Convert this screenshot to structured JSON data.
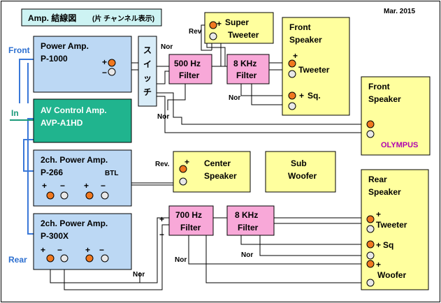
{
  "title": "Amp. 結線図",
  "title_note": "(片 チャンネル表示)",
  "date": "Mar. 2015",
  "side_labels": {
    "front": "Front",
    "in": "In",
    "rear": "Rear"
  },
  "amps": {
    "power1000": {
      "line1": "Power Amp.",
      "line2": "P-1000"
    },
    "avcontrol": {
      "line1": "AV Control Amp.",
      "line2": "AVP-A1HD"
    },
    "p266": {
      "line1": "2ch. Power Amp.",
      "line2": "P-266",
      "btl": "BTL"
    },
    "p300x": {
      "line1": "2ch. Power Amp.",
      "line2": "P-300X"
    }
  },
  "switch": [
    "ス",
    "イ",
    "ッ",
    "チ"
  ],
  "filters": {
    "f500": {
      "line1": "500 Hz",
      "line2": "Filter"
    },
    "f8k_top": {
      "line1": "8 KHz",
      "line2": "Filter"
    },
    "f700": {
      "line1": "700 Hz",
      "line2": "Filter"
    },
    "f8k_bottom": {
      "line1": "8 KHz",
      "line2": "Filter"
    }
  },
  "speakers": {
    "super_tweeter": {
      "line1": "Super",
      "line2": "Tweeter"
    },
    "front_speaker": {
      "line1": "Front",
      "line2": "Speaker",
      "tweeter": "Tweeter",
      "sq": "Sq."
    },
    "front_olympus": {
      "line1": "Front",
      "line2": "Speaker",
      "brand": "OLYMPUS"
    },
    "center": {
      "line1": "Center",
      "line2": "Speaker"
    },
    "sub": {
      "line1": "Sub",
      "line2": "Woofer"
    },
    "rear": {
      "line1": "Rear",
      "line2": "Speaker",
      "tweeter": "Tweeter",
      "sq": "Sq",
      "woofer": "Woofer"
    }
  },
  "wire_labels": {
    "nor": "Nor",
    "rev": "Rev.",
    "plus": "+",
    "minus": "−",
    "rev_short": "Rev"
  },
  "colors": {
    "amp_fill": "#bcd8f4",
    "av_fill": "#20b48e",
    "filter_fill": "#f8a8d8",
    "speaker_fill": "#ffff9e",
    "switch_fill": "#d8ecf8",
    "title_fill": "#cdf3f3",
    "terminal_plus": "#f07820",
    "terminal_minus": "#e8e8e8"
  }
}
